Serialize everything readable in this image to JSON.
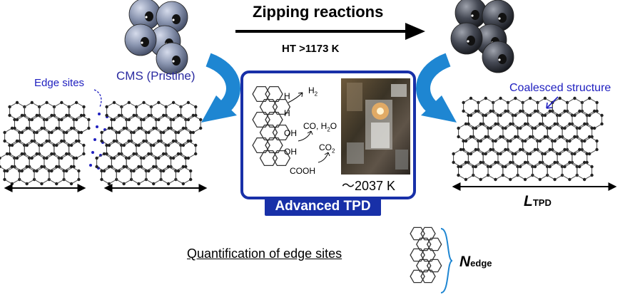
{
  "title": "Zipping reactions",
  "condition": "HT >1173 K",
  "pristine_label": "CMS (Pristine)",
  "edge_sites_label": "Edge sites",
  "coalesced_label": "Coalesced structure",
  "temperature_label": "～2037 K",
  "method_label": "Advanced TPD",
  "ltpd_symbol": "L",
  "ltpd_subscript": "TPD",
  "quantification_label": "Quantification of edge sites",
  "nedge_symbol": "N",
  "nedge_subscript": "edge",
  "groups": {
    "h1": "H",
    "h2": "H",
    "oh1": "OH",
    "oh2": "OH",
    "cooh": "COOH"
  },
  "products": {
    "h2": "H",
    "h2_sub": "2",
    "co_h2o": "CO, H",
    "co_h2o_sub": "2",
    "co_h2o_tail": "O",
    "co2": "CO",
    "co2_sub": "2"
  },
  "colors": {
    "accent_blue": "#1e86d2",
    "frame_blue": "#1830a8",
    "edge_blue": "#2020c0",
    "sphere_light": "#8a95b0",
    "sphere_dark": "#3c3f4a"
  }
}
